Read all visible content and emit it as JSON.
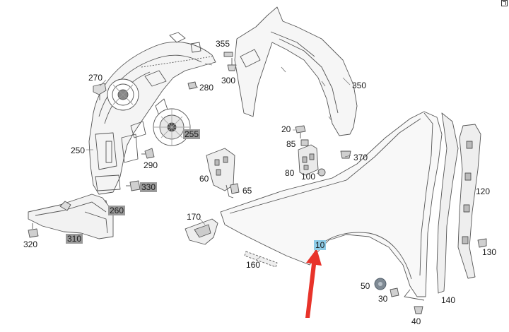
{
  "diagram": {
    "accent_color": "#e8332a",
    "highlight_grey": "#9a9a9a",
    "highlight_blue": "#8ecbe6",
    "callouts": {
      "p10": "10",
      "p20": "20",
      "p30": "30",
      "p40": "40",
      "p50": "50",
      "p60": "60",
      "p65": "65",
      "p80": "80",
      "p85": "85",
      "p100": "100",
      "p120": "120",
      "p130": "130",
      "p140": "140",
      "p160": "160",
      "p170": "170",
      "p250": "250",
      "p255": "255",
      "p260": "260",
      "p270": "270",
      "p280": "280",
      "p290": "290",
      "p300": "300",
      "p310": "310",
      "p320": "320",
      "p330": "330",
      "p350": "350",
      "p355": "355",
      "p370": "370"
    },
    "highlighted_grey": [
      "255",
      "260",
      "310",
      "330"
    ],
    "highlighted_blue": [
      "10"
    ],
    "pointer_icon": "red-arrow-icon"
  }
}
